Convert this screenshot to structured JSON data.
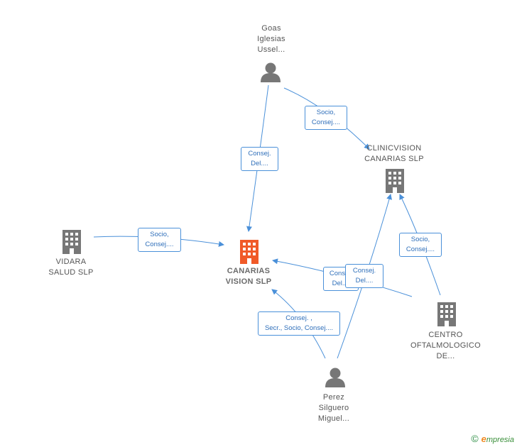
{
  "nodes": {
    "goas": {
      "lines": [
        "Goas",
        "Iglesias",
        "Ussel..."
      ],
      "icon": "person-icon"
    },
    "clinicvision": {
      "lines": [
        "CLINICVISION",
        "CANARIAS SLP"
      ],
      "icon": "building-icon"
    },
    "vidara": {
      "lines": [
        "VIDARA",
        "SALUD  SLP"
      ],
      "icon": "building-icon"
    },
    "canarias": {
      "lines": [
        "CANARIAS",
        "VISION SLP"
      ],
      "icon": "building-icon",
      "color": "#f05a28"
    },
    "centro": {
      "lines": [
        "CENTRO",
        "OFTALMOLOGICO",
        "DE..."
      ],
      "icon": "building-icon"
    },
    "perez": {
      "lines": [
        "Perez",
        "Silguero",
        "Miguel..."
      ],
      "icon": "person-icon"
    }
  },
  "edges": [
    {
      "id": "goas-clinicvision",
      "lines": [
        "Socio,",
        "Consej...."
      ]
    },
    {
      "id": "goas-canarias",
      "lines": [
        "Consej.",
        "Del...."
      ]
    },
    {
      "id": "vidara-canarias",
      "lines": [
        "Socio,",
        "Consej...."
      ]
    },
    {
      "id": "centro-clinicvision",
      "lines": [
        "Socio,",
        "Consej...."
      ]
    },
    {
      "id": "centro-canarias",
      "lines": [
        "Consej.",
        "Del...."
      ]
    },
    {
      "id": "perez-clinicvision",
      "lines": [
        "Consej.",
        "Del...."
      ]
    },
    {
      "id": "perez-canarias",
      "lines": [
        "Consej. ,",
        "Secr., Socio, Consej...."
      ]
    }
  ],
  "colors": {
    "edge": "#4a90d9",
    "node": "#777777",
    "focus": "#f05a28"
  },
  "footer": {
    "copyright": "©",
    "brand_initial": "e",
    "brand_rest": "mpresia"
  }
}
